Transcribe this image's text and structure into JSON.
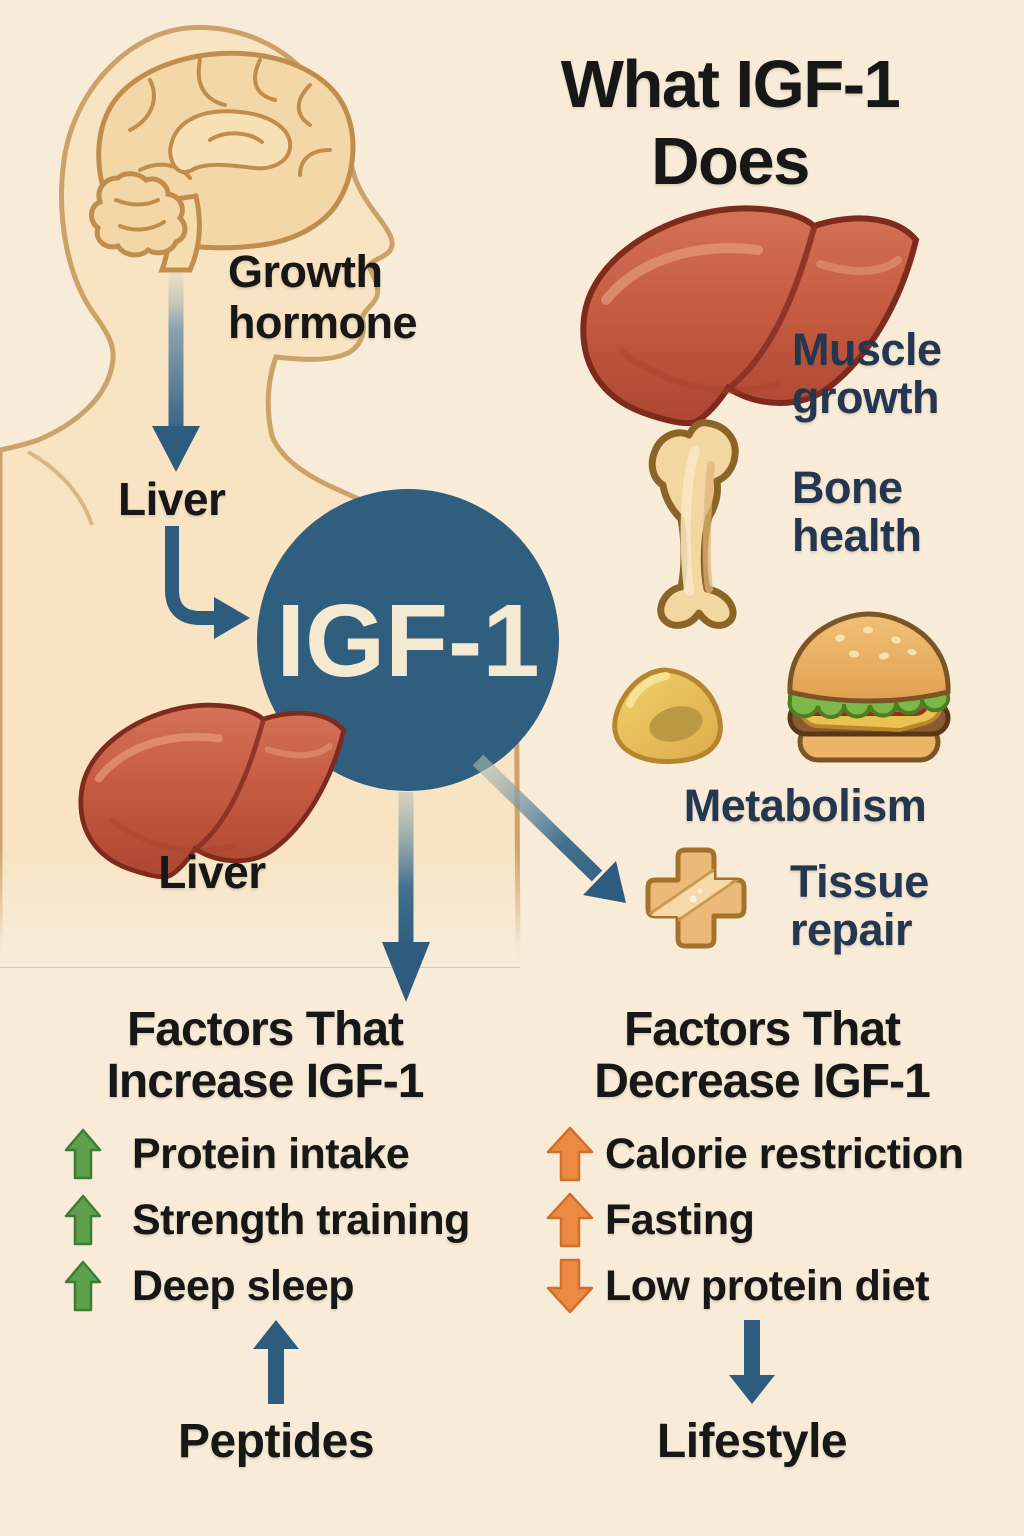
{
  "colors": {
    "bg": "#f8ecd8",
    "steel-blue": "#2d5c7f",
    "circle-blue": "#305e7e",
    "circle-text": "#f4ead2",
    "green": "#5ea04b",
    "green-dark": "#3e7d35",
    "orange": "#ec8a44",
    "orange-dark": "#cf6f2a",
    "navy": "#253750",
    "ink": "#171717",
    "skin": "#f8e3c2",
    "skin-line": "#cda269",
    "brain-fill": "#f4d7a6",
    "brain-line": "#c08d4c",
    "liver-red": "#c25b42",
    "liver-line": "#7e2b1d",
    "bone-fill": "#f3d7a0",
    "bone-line": "#8a6527",
    "bandage-fill": "#ecb978",
    "bandage-line": "#a5722c"
  },
  "title": {
    "lines": [
      "What IGF-1",
      "Does"
    ]
  },
  "pathway": {
    "hormone_label": {
      "lines": [
        "Growth",
        "hormone"
      ]
    },
    "organ_label": "Liver",
    "hub_label": "IGF-1",
    "organ_caption": "Liver"
  },
  "effects": [
    {
      "icon": "liver-icon",
      "lines": [
        "Muscle",
        "growth"
      ]
    },
    {
      "icon": "bone-icon",
      "lines": [
        "Bone",
        "health"
      ]
    },
    {
      "icon": "burger-icon",
      "lines": [
        "Metabolism"
      ]
    },
    {
      "icon": "bandage-icon",
      "lines": [
        "Tissue",
        "repair"
      ]
    }
  ],
  "increase": {
    "heading": {
      "lines": [
        "Factors That",
        "Increase IGF-1"
      ]
    },
    "items": [
      {
        "label": "Protein intake",
        "direction": "up"
      },
      {
        "label": "Strength training",
        "direction": "up"
      },
      {
        "label": "Deep sleep",
        "direction": "up"
      }
    ],
    "footer": "Peptides"
  },
  "decrease": {
    "heading": {
      "lines": [
        "Factors That",
        "Decrease IGF-1"
      ]
    },
    "items": [
      {
        "label": "Calorie restriction",
        "direction": "up"
      },
      {
        "label": "Fasting",
        "direction": "up"
      },
      {
        "label": "Low protein diet",
        "direction": "down"
      }
    ],
    "footer": "Lifestyle"
  }
}
